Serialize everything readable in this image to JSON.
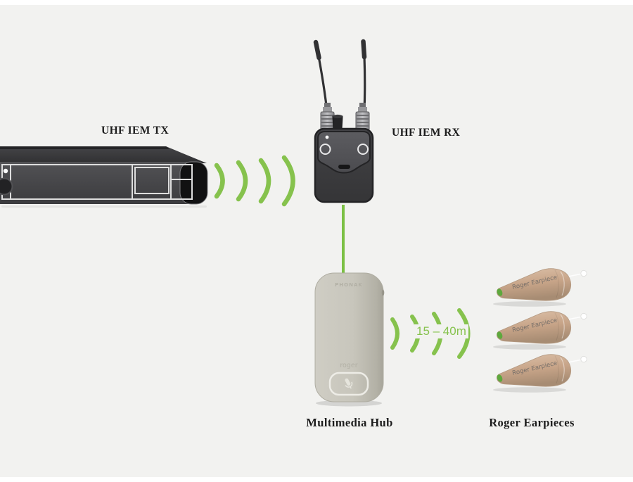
{
  "canvas": {
    "background": "#FFFFFF",
    "stage_background": "#F2F2F0"
  },
  "colors": {
    "signal_green": "#86C24D",
    "cable_green": "#7CC044",
    "label_text": "#1C1C1C"
  },
  "devices": {
    "tx": {
      "label": "UHF IEM TX",
      "type": "rack transmitter"
    },
    "rx": {
      "label": "UHF IEM RX",
      "type": "bodypack receiver"
    },
    "hub": {
      "label": "Multimedia Hub",
      "brand": "PHONAK",
      "sub_brand": "roger"
    },
    "earpieces": {
      "label": "Roger Earpieces",
      "device_label": "Roger Earpiece",
      "count": 3
    }
  },
  "connections": {
    "tx_to_rx": {
      "type": "wireless",
      "arcs": 4
    },
    "rx_to_hub": {
      "type": "wired cable"
    },
    "hub_to_earpieces": {
      "type": "wireless",
      "arcs": 4,
      "range_label": "15 – 40m"
    }
  }
}
